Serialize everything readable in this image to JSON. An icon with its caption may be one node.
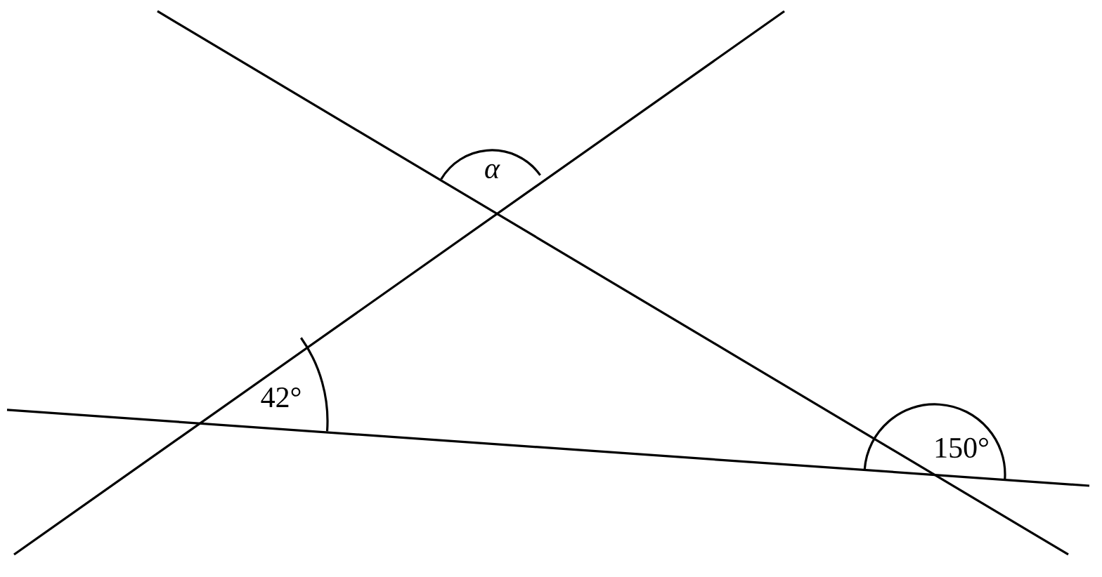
{
  "diagram": {
    "labels": [
      "α",
      "42°",
      "150°"
    ]
  }
}
